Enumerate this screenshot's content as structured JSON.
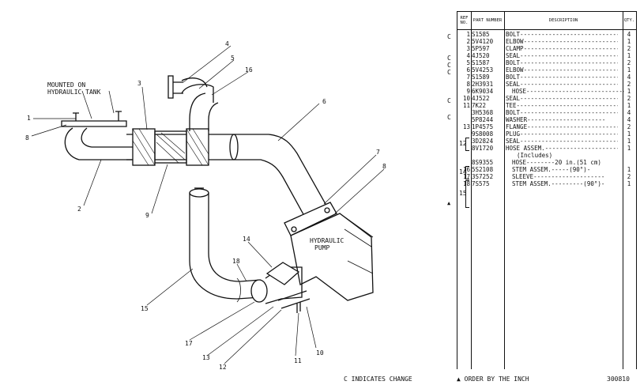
{
  "diagram": {
    "note_line1": "MOUNTED ON",
    "note_line2": "HYDRAULIC TANK",
    "pump_line1": "HYDRAULIC",
    "pump_line2": "PUMP",
    "callouts": [
      "4",
      "5",
      "16",
      "3",
      "6",
      "1",
      "8",
      "7",
      "8",
      "2",
      "9",
      "14",
      "18",
      "15",
      "17",
      "13",
      "12",
      "11",
      "10"
    ],
    "change_note": "C INDICATES CHANGE"
  },
  "table": {
    "headers": {
      "ref": "REF NO.",
      "part": "PART NUMBER",
      "desc": "DESCRIPTION",
      "qty": "QTY."
    },
    "rows": [
      {
        "ref": "1",
        "part": "S1585",
        "desc": "BOLT----------------------------",
        "qty": "4"
      },
      {
        "ref": "2",
        "part": "5V4120",
        "desc": "ELBOW---------------------------",
        "qty": "1"
      },
      {
        "ref": "3",
        "part": "5P597",
        "desc": "CLAMP---------------------------",
        "qty": "2"
      },
      {
        "ref": "4",
        "part": "4J520",
        "desc": "SEAL----------------------------",
        "qty": "1"
      },
      {
        "ref": "5",
        "part": "S1587",
        "desc": "BOLT----------------------------",
        "qty": "2"
      },
      {
        "ref": "6",
        "part": "5V4253",
        "desc": "ELBOW---------------------------",
        "qty": "1"
      },
      {
        "ref": "7",
        "part": "S1589",
        "desc": "BOLT----------------------------",
        "qty": "4"
      },
      {
        "ref": "8",
        "part": "2H3931",
        "desc": "SEAL----------------------------",
        "qty": "2"
      },
      {
        "ref": "9",
        "part": "6K9034",
        "desc": "HOSE----------------------------",
        "qty": "1"
      },
      {
        "ref": "10",
        "part": "4J522",
        "desc": "SEAL----------------------------",
        "qty": "2"
      },
      {
        "ref": "11",
        "part": "7K22",
        "desc": "TEE-----------------------------",
        "qty": "1"
      },
      {
        "ref": "",
        "part": "3H5368",
        "desc": "BOLT----------------------------",
        "qty": "4"
      },
      {
        "ref": "",
        "part": "5P8244",
        "desc": "WASHER----------------------",
        "qty": "4"
      },
      {
        "ref": "13",
        "part": "1P4575",
        "desc": "FLANGE--------------------------",
        "qty": "2"
      },
      {
        "ref": "",
        "part": "9S8008",
        "desc": "PLUG----------------------------",
        "qty": "1"
      },
      {
        "ref": "",
        "part": "3D2824",
        "desc": "SEAL----------------------------",
        "qty": "1"
      },
      {
        "ref": "",
        "part": "8V1720",
        "desc": "HOSE ASSEM.---------------------",
        "qty": "1"
      },
      {
        "ref": "",
        "part": "",
        "desc": "(Includes)",
        "qty": ""
      },
      {
        "ref": "",
        "part": "8S9355",
        "desc": "HOSE--------20 in.(51 cm)",
        "qty": ""
      },
      {
        "ref": "16",
        "part": "5S2108",
        "desc": "STEM ASSEM.-----(90°)-",
        "qty": "1"
      },
      {
        "ref": "17",
        "part": "3S7252",
        "desc": "SLEEVE--------------------",
        "qty": "2"
      },
      {
        "ref": "18",
        "part": "7S575",
        "desc": "STEM ASSEM.---------(90°)-",
        "qty": "1"
      }
    ],
    "group_refs": {
      "g12": "12",
      "g14": "14",
      "g15": "15"
    },
    "change_marks": [
      "C",
      "C",
      "C",
      "C",
      "C",
      "C"
    ],
    "triangle": "▲",
    "footer_note": "▲ ORDER BY THE INCH",
    "page_number": "300810"
  }
}
